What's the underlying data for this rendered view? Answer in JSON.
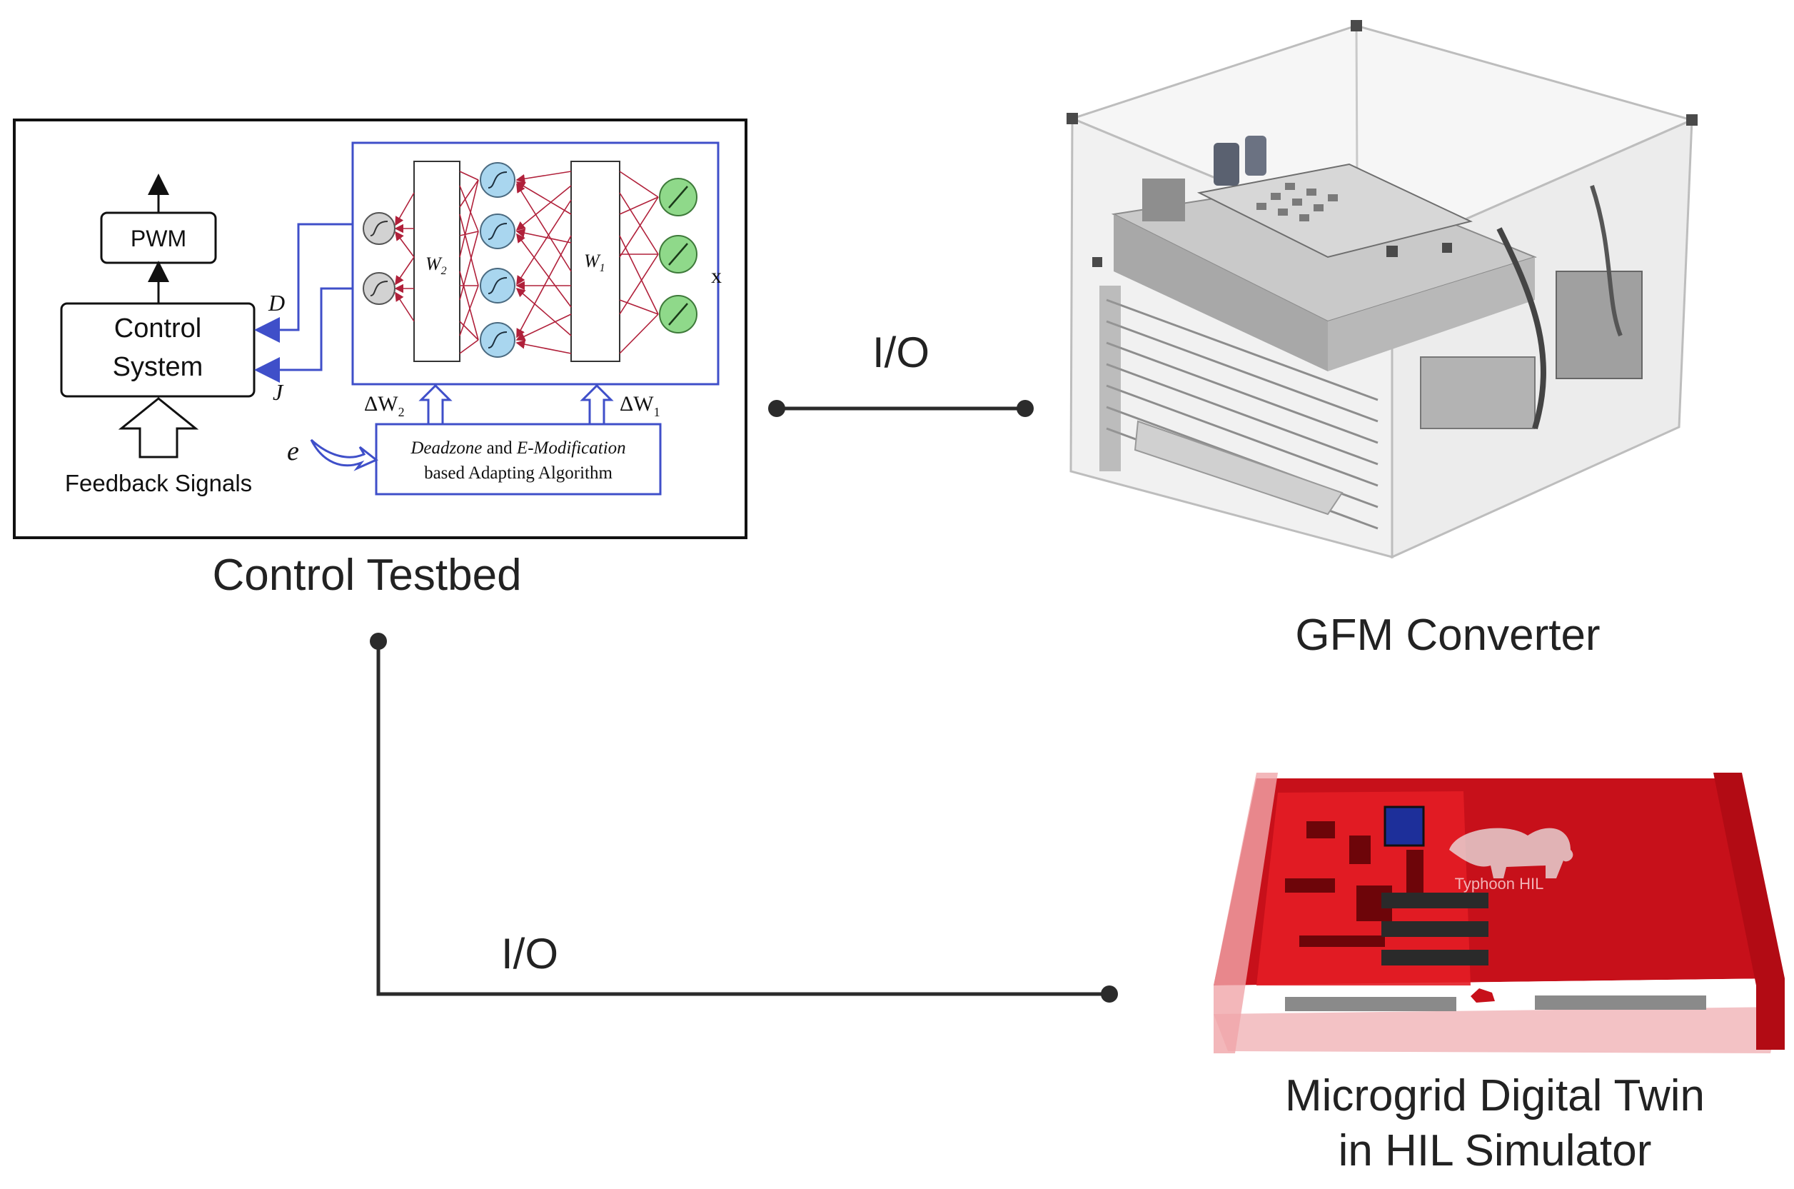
{
  "control_testbed": {
    "caption": "Control Testbed",
    "pwm_label": "PWM",
    "control_system_line1": "Control",
    "control_system_line2": "System",
    "feedback_label": "Feedback Signals",
    "signal_d": "D",
    "signal_j": "J",
    "signal_e": "e",
    "weight_w2": "W",
    "weight_w2_sub": "2",
    "weight_w1": "W",
    "weight_w1_sub": "1",
    "delta_w2": "ΔW",
    "delta_w2_sub": "2",
    "delta_w1": "ΔW",
    "delta_w1_sub": "1",
    "algorithm_line1_a": "Deadzone",
    "algorithm_line1_b": " and ",
    "algorithm_line1_c": "E-Modification",
    "algorithm_line2": "based Adapting Algorithm",
    "input_x": "x"
  },
  "links": {
    "io_top": "I/O",
    "io_bottom": "I/O"
  },
  "gfm_converter": {
    "caption": "GFM Converter"
  },
  "hil_simulator": {
    "caption_line1": "Microgrid Digital Twin",
    "caption_line2": "in HIL Simulator",
    "brand_text": "Typhoon HIL"
  },
  "colors": {
    "line": "#2b2b2b",
    "nn_blue": "#3f4fc9",
    "nn_red": "#b0203a",
    "hidden_node": "#a9d6ef",
    "output_node": "#8fd98a",
    "input_node": "#d2d2d2",
    "hil_red": "#d3111b"
  }
}
